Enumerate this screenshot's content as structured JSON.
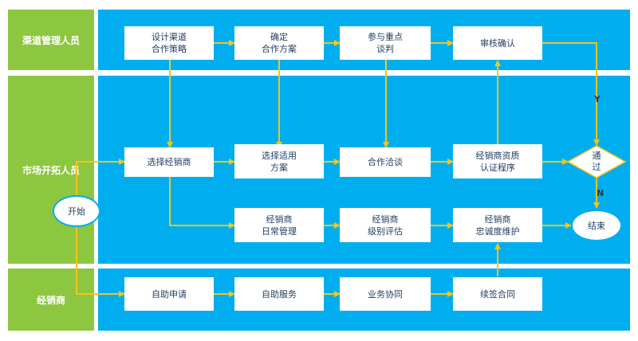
{
  "colors": {
    "lane_label_bg": "#8dc63f",
    "lane_bg": "#00aeef",
    "connector": "#f5c518",
    "box_bg": "#ffffff",
    "text": "#1f3c5c"
  },
  "lanes": [
    {
      "label": "渠道管理人员"
    },
    {
      "label": "市场开拓人员"
    },
    {
      "label": "经销商"
    }
  ],
  "nodes": {
    "design_strategy": {
      "line1": "设计渠道",
      "line2": "合作策略"
    },
    "determine_plan": {
      "line1": "确定",
      "line2": "合作方案"
    },
    "negotiate": {
      "line1": "参与重点",
      "line2": "谈判"
    },
    "review_confirm": {
      "line1": "审核确认",
      "line2": ""
    },
    "select_distributor": {
      "line1": "选择经销商",
      "line2": ""
    },
    "select_plan": {
      "line1": "选择适用",
      "line2": "方案"
    },
    "cooperation_talks": {
      "line1": "合作洽谈",
      "line2": ""
    },
    "qualification": {
      "line1": "经销商资质",
      "line2": "认证程序"
    },
    "daily_mgmt": {
      "line1": "经销商",
      "line2": "日常管理"
    },
    "level_eval": {
      "line1": "经销商",
      "line2": "级别评估"
    },
    "loyalty": {
      "line1": "经销商",
      "line2": "忠诚度维护"
    },
    "self_apply": {
      "line1": "自助申请",
      "line2": ""
    },
    "self_service": {
      "line1": "自助服务",
      "line2": ""
    },
    "collab": {
      "line1": "业务协同",
      "line2": ""
    },
    "renew": {
      "line1": "续签合同",
      "line2": ""
    }
  },
  "start": "开始",
  "end": "结束",
  "decision": {
    "line1": "通",
    "line2": "过"
  },
  "edge_labels": {
    "yes": "Y",
    "no": "N"
  }
}
